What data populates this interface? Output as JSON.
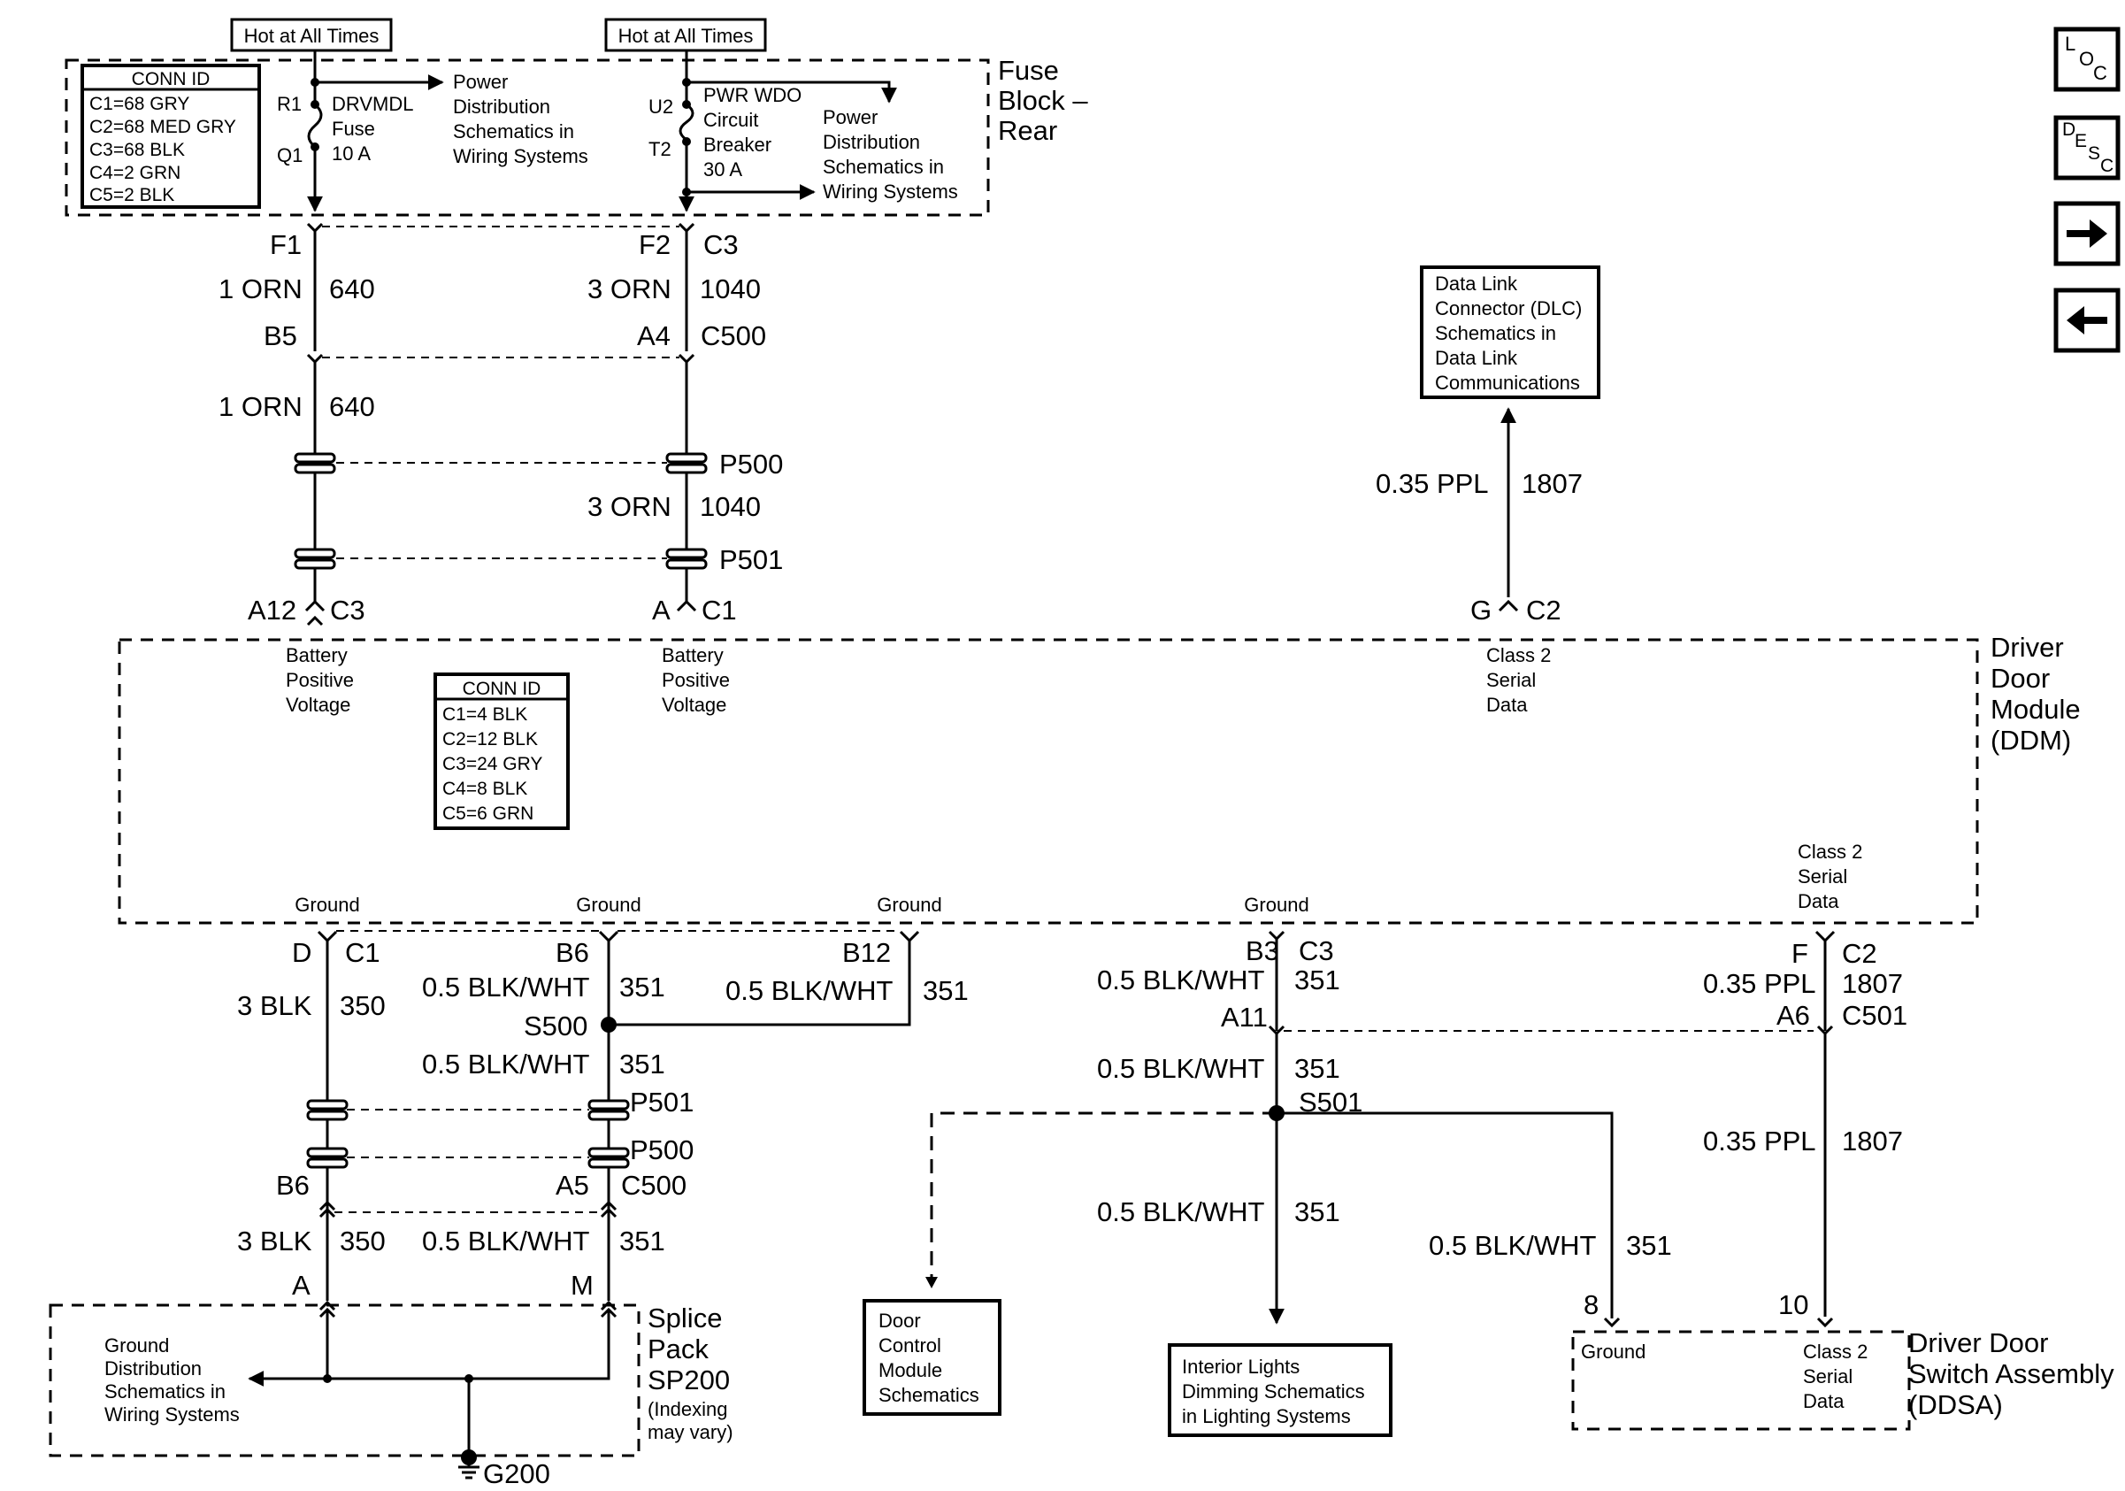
{
  "hot_at_all_times": "Hot at All Times",
  "fuse_block": {
    "title_lines": [
      "Fuse",
      "Block –",
      "Rear"
    ]
  },
  "conn_id_top": {
    "title": "CONN ID",
    "rows": [
      "C1=68 GRY",
      "C2=68 MED GRY",
      "C3=68 BLK",
      "C4=2 GRN",
      "C5=2 BLK"
    ]
  },
  "conn_id_ddm": {
    "title": "CONN ID",
    "rows": [
      "C1=4 BLK",
      "C2=12 BLK",
      "C3=24 GRY",
      "C4=8 BLK",
      "C5=6 GRN"
    ]
  },
  "fuse": {
    "pin_top": "R1",
    "pin_bottom": "Q1",
    "label_lines": [
      "DRVMDL",
      "Fuse",
      "10 A"
    ]
  },
  "breaker": {
    "pin_top": "U2",
    "pin_bottom": "T2",
    "label_lines": [
      "PWR WDO",
      "Circuit",
      "Breaker",
      "30 A"
    ]
  },
  "power_dist_1": [
    "Power",
    "Distribution",
    "Schematics in",
    "Wiring Systems"
  ],
  "power_dist_2": [
    "Power",
    "Distribution",
    "Schematics in",
    "Wiring Systems"
  ],
  "dlc": [
    "Data Link",
    "Connector (DLC)",
    "Schematics in",
    "Data Link",
    "Communications"
  ],
  "ddm": {
    "title_lines": [
      "Driver",
      "Door",
      "Module",
      "(DDM)"
    ],
    "battery_positive": [
      "Battery",
      "Positive",
      "Voltage"
    ],
    "class2": [
      "Class 2",
      "Serial",
      "Data"
    ],
    "ground": "Ground"
  },
  "ddsa": {
    "title_lines": [
      "Driver Door",
      "Switch Assembly",
      "(DDSA)"
    ],
    "ground": "Ground",
    "class2": [
      "Class 2",
      "Serial",
      "Data"
    ]
  },
  "splice_pack": {
    "title_lines": [
      "Splice",
      "Pack",
      "SP200"
    ],
    "note_lines": [
      "(Indexing",
      "may vary)"
    ]
  },
  "ground_dist": [
    "Ground",
    "Distribution",
    "Schematics in",
    "Wiring Systems"
  ],
  "ground_g200": "G200",
  "door_control": [
    "Door",
    "Control",
    "Module",
    "Schematics"
  ],
  "interior_lights": [
    "Interior Lights",
    "Dimming Schematics",
    "in Lighting Systems"
  ],
  "labels": {
    "f1": "F1",
    "f2": "F2",
    "c3": "C3",
    "b5": "B5",
    "a4": "A4",
    "c500": "C500",
    "p500": "P500",
    "p501": "P501",
    "a12": "A12",
    "a": "A",
    "c1": "C1",
    "g": "G",
    "c2": "C2",
    "d": "D",
    "b6": "B6",
    "b12": "B12",
    "b3": "B3",
    "f": "F",
    "s500": "S500",
    "s501": "S501",
    "a11": "A11",
    "a6": "A6",
    "c501": "C501",
    "a5": "A5",
    "m": "M",
    "pin8": "8",
    "pin10": "10"
  },
  "wires": {
    "orn1": "1 ORN",
    "c640": "640",
    "orn3": "3 ORN",
    "c1040": "1040",
    "ppl035": "0.35 PPL",
    "c1807": "1807",
    "blk3": "3 BLK",
    "c350": "350",
    "blkwht05": "0.5 BLK/WHT",
    "c351": "351"
  },
  "nav": {
    "loc": [
      "L",
      "O",
      "C"
    ],
    "desc": [
      "D",
      "E",
      "S",
      "C"
    ],
    "forward": "→",
    "back": "←"
  }
}
